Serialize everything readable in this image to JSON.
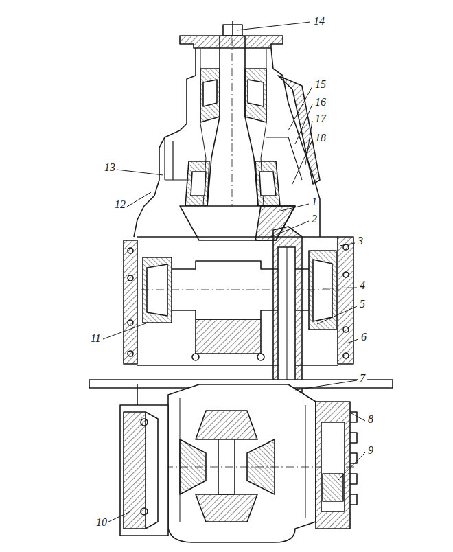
{
  "diagram": {
    "labels": [
      "14",
      "15",
      "16",
      "17",
      "18",
      "1",
      "2",
      "3",
      "4",
      "5",
      "6",
      "7",
      "8",
      "9",
      "10",
      "11",
      "12",
      "13"
    ]
  }
}
